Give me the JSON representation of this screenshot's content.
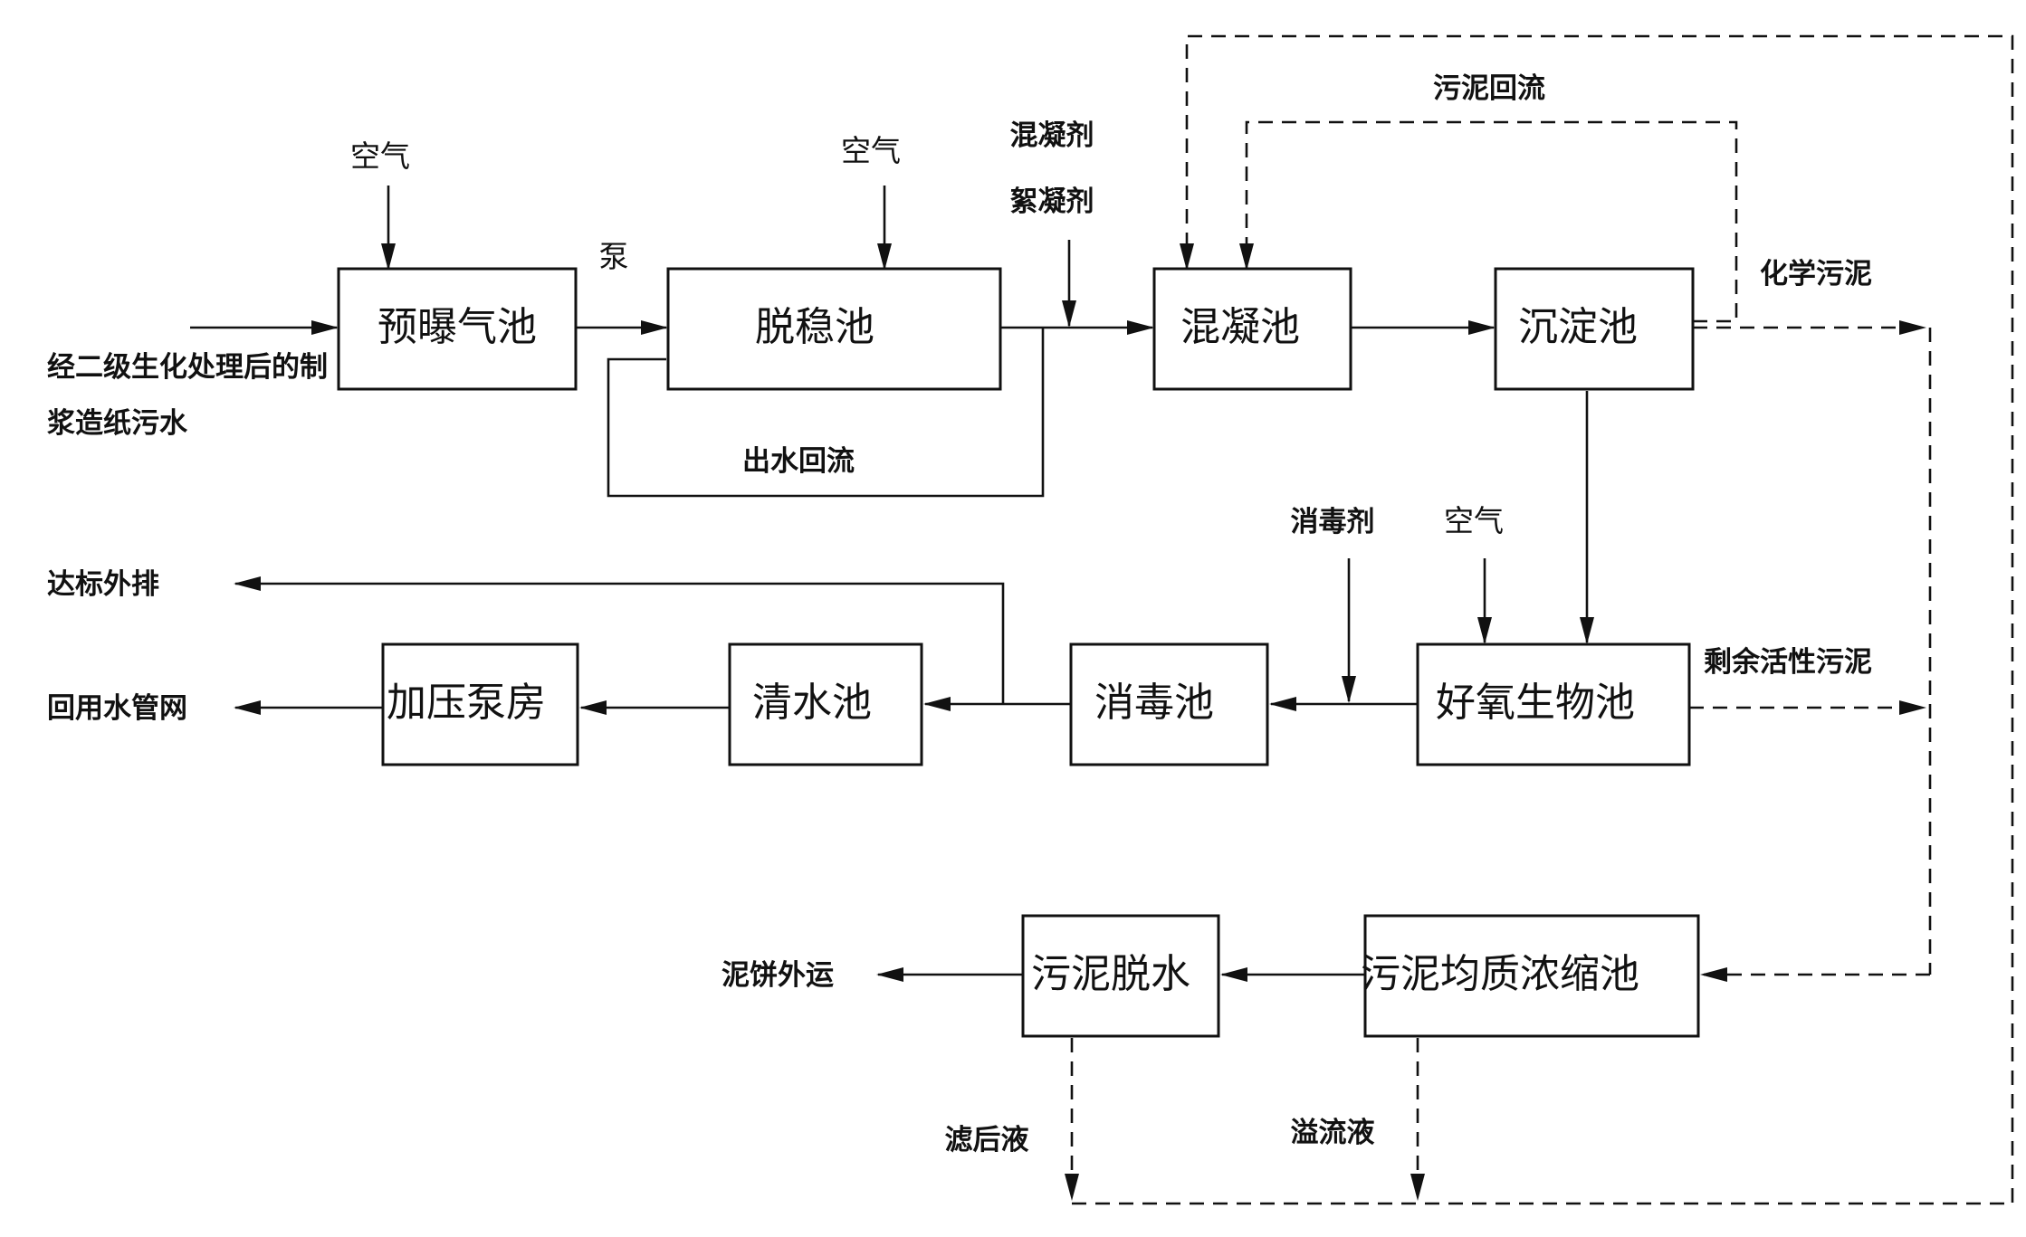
{
  "boxes": {
    "pre_aeration": "预曝气池",
    "destabilization": "脱稳池",
    "coagulation": "混凝池",
    "sedimentation": "沉淀池",
    "aerobic": "好氧生物池",
    "disinfection": "消毒池",
    "clear_water": "清水池",
    "booster_pump": "加压泵房",
    "sludge_dewatering": "污泥脱水",
    "sludge_thickening": "污泥均质浓缩池"
  },
  "labels": {
    "influent_line1": "经二级生化处理后的制",
    "influent_line2": "浆造纸污水",
    "air": "空气",
    "pump": "泵",
    "coagulant": "混凝剂",
    "flocculant": "絮凝剂",
    "effluent_return": "出水回流",
    "sludge_return": "污泥回流",
    "chemical_sludge": "化学污泥",
    "disinfectant": "消毒剂",
    "excess_sludge": "剩余活性污泥",
    "discharge": "达标外排",
    "reuse_network": "回用水管网",
    "cake_out": "泥饼外运",
    "filtrate": "滤后液",
    "overflow": "溢流液"
  }
}
